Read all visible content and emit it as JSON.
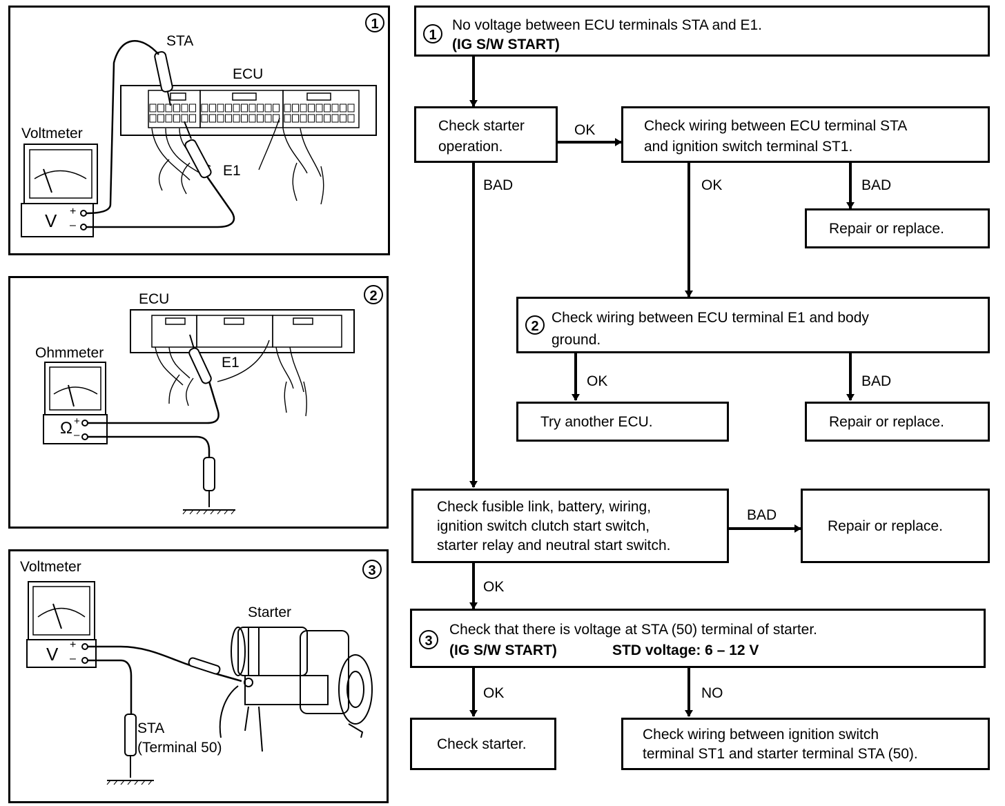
{
  "figures": {
    "fig1": {
      "number": "1",
      "voltmeter": "Voltmeter",
      "sta": "STA",
      "ecu": "ECU",
      "e1": "E1",
      "meter_symbol": "V"
    },
    "fig2": {
      "number": "2",
      "ohmmeter": "Ohmmeter",
      "ecu": "ECU",
      "e1": "E1",
      "meter_symbol": "Ω"
    },
    "fig3": {
      "number": "3",
      "voltmeter": "Voltmeter",
      "starter": "Starter",
      "sta": "STA",
      "terminal": "(Terminal 50)",
      "meter_symbol": "V"
    }
  },
  "flowchart": {
    "step1": {
      "number": "1",
      "line1": "No voltage between ECU terminals STA and E1.",
      "line2": "(IG S/W START)"
    },
    "check_starter_op": {
      "line1": "Check starter",
      "line2": "operation."
    },
    "check_wiring_sta": {
      "line1": "Check wiring between ECU terminal STA",
      "line2": "and ignition switch terminal ST1."
    },
    "repair1": "Repair or replace.",
    "step2": {
      "number": "2",
      "line1": "Check wiring between ECU terminal E1 and body",
      "line2": "ground."
    },
    "try_ecu": "Try another ECU.",
    "repair2": "Repair or replace.",
    "check_fusible": {
      "line1": "Check fusible link, battery, wiring,",
      "line2": "ignition switch clutch start switch,",
      "line3": "starter relay and neutral start switch."
    },
    "repair3": "Repair or replace.",
    "step3": {
      "number": "3",
      "line1": "Check that there is voltage at STA (50) terminal of starter.",
      "line2a": "(IG S/W START)",
      "line2b": "STD voltage:  6 – 12 V"
    },
    "check_starter": "Check starter.",
    "check_wiring_st1": {
      "line1": "Check wiring between ignition switch",
      "line2": "terminal ST1 and starter terminal STA (50)."
    },
    "edges": {
      "ok": "OK",
      "bad": "BAD",
      "no": "NO"
    }
  }
}
